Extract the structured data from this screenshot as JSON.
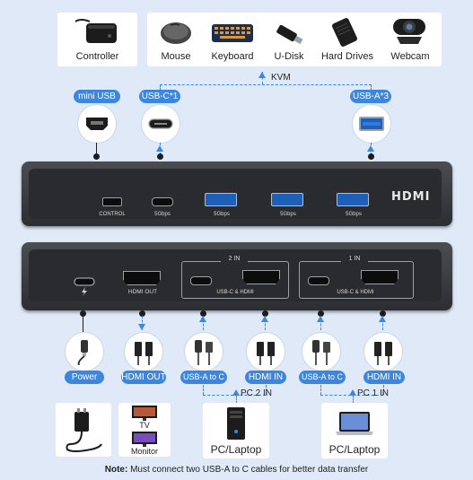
{
  "top_peripherals": {
    "controller": "Controller",
    "mouse": "Mouse",
    "keyboard": "Keyboard",
    "udisk": "U-Disk",
    "hard_drives": "Hard Drives",
    "webcam": "Webcam",
    "kvm": "KVM"
  },
  "top_ports": {
    "mini_usb": "mini USB",
    "usbc": "USB-C*1",
    "usba": "USB-A*3"
  },
  "front_panel": {
    "brand": "HDMI",
    "control": "CONTROL",
    "usbc_speed": "5Gbps",
    "usba1_speed": "5Gbps",
    "usba2_speed": "5Gbps",
    "usba3_speed": "5Gbps"
  },
  "back_panel": {
    "hdmi_out": "HDMI OUT",
    "in2": "2 IN",
    "in1": "1 IN",
    "group2": "USB-C & HDMI",
    "group1": "USB-C & HDMI"
  },
  "bottom": {
    "power": "Power",
    "hdmi_out": "HDMI OUT",
    "usb_a_to_c_2": "USB-A to C",
    "hdmi_in_2": "HDMI IN",
    "usb_a_to_c_1": "USB-A to C",
    "hdmi_in_1": "HDMI IN",
    "pc2": "PC 2 IN",
    "pc1": "PC 1 IN",
    "tv": "TV",
    "monitor": "Monitor",
    "pc_laptop_2": "PC/Laptop",
    "pc_laptop_1": "PC/Laptop"
  },
  "note": {
    "label": "Note:",
    "text": " Must connect two USB-A to C cables for better data transfer"
  },
  "colors": {
    "accent": "#3d86dd",
    "background": "#dfe9f7",
    "device": "#2c2e31"
  }
}
